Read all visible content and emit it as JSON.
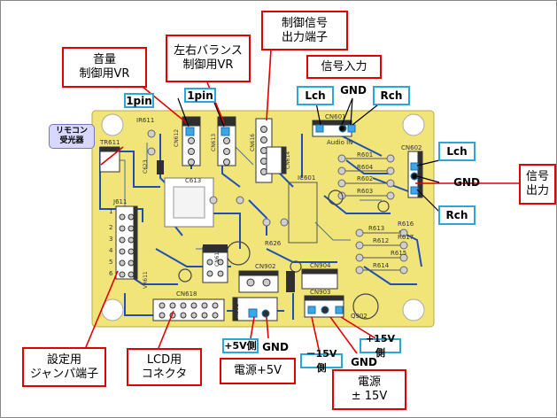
{
  "labels": {
    "volume_vr": "音量\n制御用VR",
    "balance_vr": "左右バランス\n制御用VR",
    "control_out": "制御信号\n出力端子",
    "signal_in": "信号入力",
    "pin1_a": "1pin",
    "pin1_b": "1pin",
    "lch_in": "Lch",
    "gnd_in": "GND",
    "rch_in": "Rch",
    "remocon": "リモコン\n受光器",
    "lch_out": "Lch",
    "gnd_out": "GND",
    "rch_out": "Rch",
    "signal_out": "信号\n出力",
    "jumper": "設定用\nジャンパ端子",
    "lcd": "LCD用\nコネクタ",
    "plus5v_side": "+5V側",
    "gnd_5v": "GND",
    "power_5v": "電源+5V",
    "minus15v_side": "－15V側",
    "gnd_15v": "GND",
    "plus15v_side": "+15V側",
    "power_15v": "電源\n± 15V"
  },
  "silkscreen": {
    "ic601": "IC601",
    "j611": "J611",
    "cn601": "CN601",
    "cn602": "CN602",
    "cn612": "CN612",
    "cn613": "CN613",
    "cn614": "CN614",
    "cn615": "CN615",
    "cn616": "CN616",
    "cn618": "CN618",
    "cn902": "CN902",
    "cn903": "CN903",
    "cn904": "CN904",
    "cn901": "CN901",
    "vr611": "VR611",
    "ir611": "IR611",
    "tr611": "TR611",
    "c613": "C613",
    "c623": "C623",
    "audio_in": "Audio IN",
    "r601": "R601",
    "r602": "R602",
    "r603": "R603",
    "r604": "R604",
    "r612": "R612",
    "r613": "R613",
    "r614": "R614",
    "r615": "R615",
    "r616": "R616",
    "r617": "R617",
    "r626": "R626",
    "q902": "Q902",
    "jumper_pins": [
      "1",
      "2",
      "3",
      "4",
      "5",
      "6"
    ]
  },
  "colors": {
    "board": "#f1e57a",
    "trace": "#1f4fb4",
    "pad_gold": "#c9a53a",
    "connector": "#2f2f2f",
    "callout_red": "#e00000",
    "callout_blue": "#2aa6d8",
    "pin_cyan": "#3aa7e8"
  }
}
